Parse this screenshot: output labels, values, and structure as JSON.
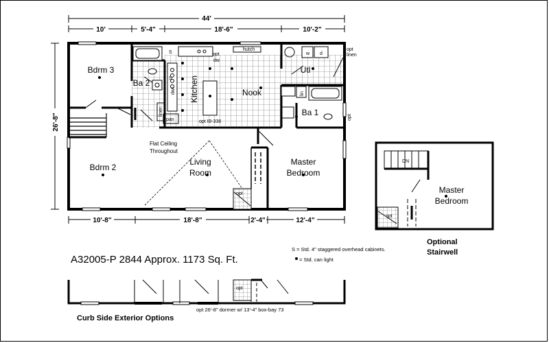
{
  "model": "A32005-P 2844  Approx. 1173 Sq. Ft.",
  "dimensions": {
    "overall_width": "44'",
    "depth": "26'-8\"",
    "top_segments": [
      "10'",
      "5'-4\"",
      "18'-6\"",
      "10'-2\""
    ],
    "bottom_segments": [
      "10'-8\"",
      "18'-8\"",
      "2'-4\"",
      "12'-4\""
    ]
  },
  "rooms": {
    "bdrm3": "Bdrm 3",
    "ba2": "Ba 2",
    "kitchen": "Kitchen",
    "nook": "Nook",
    "utl": "Utl",
    "ba1": "Ba 1",
    "bdrm2": "Bdrm 2",
    "living_line1": "Living",
    "living_line2": "Room",
    "master_line1": "Master",
    "master_line2": "Bedroom"
  },
  "fixture_labels": {
    "s": "S",
    "opt": "opt",
    "hutch": "hutch",
    "dw": "dw",
    "w": "w",
    "d": "d",
    "linen": "linen",
    "lin": "lin",
    "pan": "pan",
    "dwr": "dwr",
    "opt_linen_1": "opt",
    "opt_linen_2": "linen",
    "opt_ib": "opt IB-336",
    "flat_ceiling_1": "Flat Ceiling",
    "flat_ceiling_2": "Throughout",
    "dn": "DN"
  },
  "legend": {
    "s_note": "S = Std. 4\" staggered overhead cabinets.",
    "can_note": "= Std. can light"
  },
  "optional_stairwell": {
    "title_line1": "Optional",
    "title_line2": "Stairwell",
    "master_line1": "Master",
    "master_line2": "Bedroom"
  },
  "curb_side": {
    "title": "Curb Side Exterior Options",
    "dormer_note": "opt 26'-8\" dormer w/ 13'-4\" box-bay 73"
  }
}
